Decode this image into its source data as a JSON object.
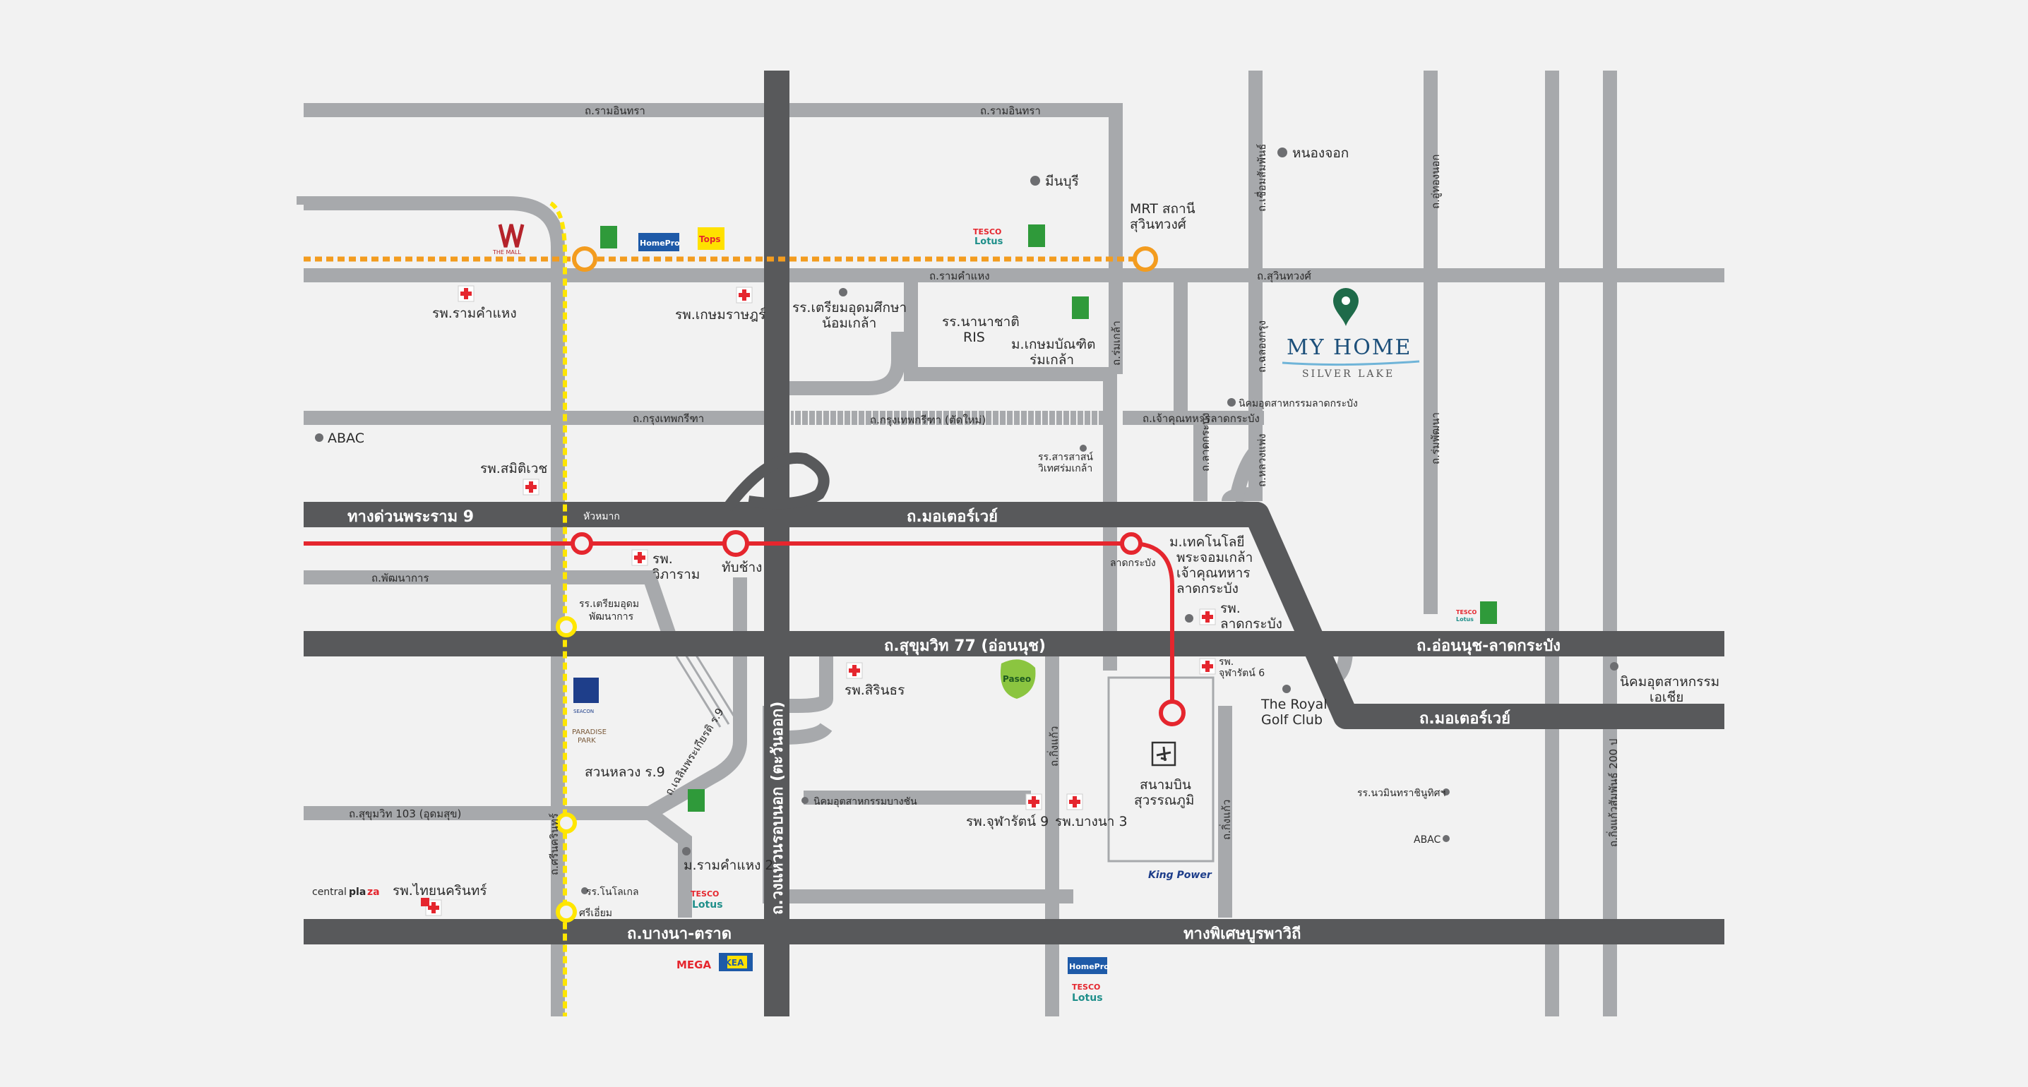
{
  "roads": {
    "ram_inthra_west": "ถ.รามอินทรา",
    "ram_inthra_east": "ถ.รามอินทรา",
    "ramkhamhaeng": "ถ.รามคำแหง",
    "suwinthawong": "ถ.สุวินทวงศ์",
    "krungthep_kritha": "ถ.กรุงเทพกรีฑา",
    "krungthep_kritha_new": "ถ.กรุงเทพกรีฑา (ตัดใหม่)",
    "chao_khun_thahan": "ถ.เจ้าคุณทหารลาดกระบัง",
    "rama9_expressway": "ทางด่วนพระราม 9",
    "motorway": "ถ.มอเตอร์เวย์",
    "motorway_east": "ถ.มอเตอร์เวย์",
    "phatthanakan": "ถ.พัฒนาการ",
    "sukhumvit77": "ถ.สุขุมวิท 77 (อ่อนนุช)",
    "onnut_latkrabang": "ถ.อ่อนนุช-ลาดกระบัง",
    "sukhumvit103": "ถ.สุขุมวิท 103 (อุดมสุข)",
    "bangna_trat": "ถ.บางนา-ตราด",
    "burapha_withi": "ทางพิเศษบูรพาวิถี",
    "srinakarin": "ถ.ศรีนครินทร์",
    "kanchanaphisek": "ถ.วงแหวนรอบนอก (ตะวันออก)",
    "chalerm_phrakiat": "ถ.เฉลิมพระเกียรติ ร.9",
    "rom_klao": "ถ.ร่มเกล้า",
    "king_kaeo": "ถ.กิ่งแก้ว",
    "luang_phaeng": "ถ.หลวงแพ่ง",
    "chaloem_phrakiat_north": "ถ.เชื่อมสัมพันธ์",
    "chalong_krung": "ถ.ฉลองกรุง",
    "lat_krabang_north": "ถ.ลาดกระบัง",
    "kheha_rom_klao": "ถ.ร่มเกล้า",
    "kingkaeo_south": "ถ.กิ่งแก้ว",
    "theparak_road": "ถ.กิ่งแก้ว",
    "thanon_upakit": "ถ.อู่ทองนอก",
    "kuhasawan": "ถ.ร่มเกล้า",
    "rom_klao_east": "ถ.ร่มพัฒนา",
    "kingkaew_200": "ถ.กิ่งแก้วสัมพันธ์ 200 ป"
  },
  "places": {
    "nong_chok": "หนองจอก",
    "min_buri": "มีนบุรี",
    "mrt_1": "MRT สถานี",
    "mrt_2": "สุวินทวงศ์",
    "ramkhamhaeng_hosp": "รพ.รามคำแหง",
    "kasemrad_hosp": "รพ.เกษมราษฎร์",
    "triam_1": "รร.เตรียมอุดมศึกษา",
    "triam_2": "น้อมเกล้า",
    "ris_1": "รร.นานาชาติ",
    "ris_2": "RIS",
    "kasem_bundit_1": "ม.เกษมบัณฑิต",
    "kasem_bundit_2": "ร่มเกล้า",
    "abac_west": "ABAC",
    "samitivej": "รพ.สมิติเวช",
    "latkrabang_estate": "นิคมอุตสาหกรรมลาดกระบัง",
    "sarasas_1": "รร.สารสาสน์",
    "sarasas_2": "วิเทศร่มเกล้า",
    "hua_mak": "หัวหมาก",
    "wiharn_1": "รพ.",
    "wiharn_2": "วิภาราม",
    "thap_chang": "ทับช้าง",
    "lat_krabang_station": "ลาดกระบัง",
    "kmitl_1": "ม.เทคโนโลยี",
    "kmitl_2": "พระจอมเกล้า",
    "kmitl_3": "เจ้าคุณทหาร",
    "kmitl_4": "ลาดกระบัง",
    "lk_hosp_1": "รพ.",
    "lk_hosp_2": "ลาดกระบัง",
    "triam_phatthana_1": "รร.เตรียมอุดม",
    "triam_phatthana_2": "พัฒนาการ",
    "sirindhorn": "รพ.สิรินธร",
    "chula6_1": "รพ.",
    "chula6_2": "จุฬารัตน์ 6",
    "royal_golf_1": "The Royal",
    "royal_golf_2": "Golf Club",
    "asia_estate_1": "นิคมอุตสาหกรรม",
    "asia_estate_2": "เอเชีย",
    "suan_luang": "สวนหลวง ร.9",
    "bangchan_estate": "นิคมอุตสาหกรรมบางชัน",
    "chula9": "รพ.จุฬารัตน์ 9",
    "bangna3": "รพ.บางนา 3",
    "airport_1": "สนามบิน",
    "airport_2": "สุวรรณภูมิ",
    "ramkhamhaeng2": "ม.รามคำแหง 2",
    "nawamin": "รร.นวมินทราชินูทิศฯ",
    "abac_east": "ABAC",
    "thai_nakarin": "รพ.ไทยนครินทร์",
    "ssp": "รร.โนโลเกล",
    "si_iam": "ศรีเอี่ยม"
  },
  "brands": {
    "central_a": "central",
    "central_b": "pla",
    "central_c": "za",
    "the_mall": "THE MALL",
    "homepro": "HomePro",
    "tops": "Tops",
    "tesco": "TESCO",
    "lotus": "Lotus",
    "mega": "MEGA",
    "ikea": "IKEA",
    "king_power": "King Power",
    "paseo": "Paseo",
    "paradise_1": "PARADISE",
    "paradise_2": "PARK",
    "seacon": "SEACON"
  },
  "project": {
    "name_1": "MY HOME",
    "name_2": "SILVER LAKE"
  },
  "colors": {
    "background": "#f2f2f2",
    "major_road": "#58595b",
    "minor_road": "#a7a9ac",
    "red_line": "#e5262e",
    "orange_line": "#f39c1f",
    "yellow_line": "#ffe600",
    "hospital": "#e5262e",
    "pin": "#1f6b4a",
    "project_text": "#1c4f7a"
  },
  "icons": [
    "hospital-icon",
    "map-pin-icon",
    "airplane-icon",
    "station-icon",
    "poi-dot-icon"
  ]
}
